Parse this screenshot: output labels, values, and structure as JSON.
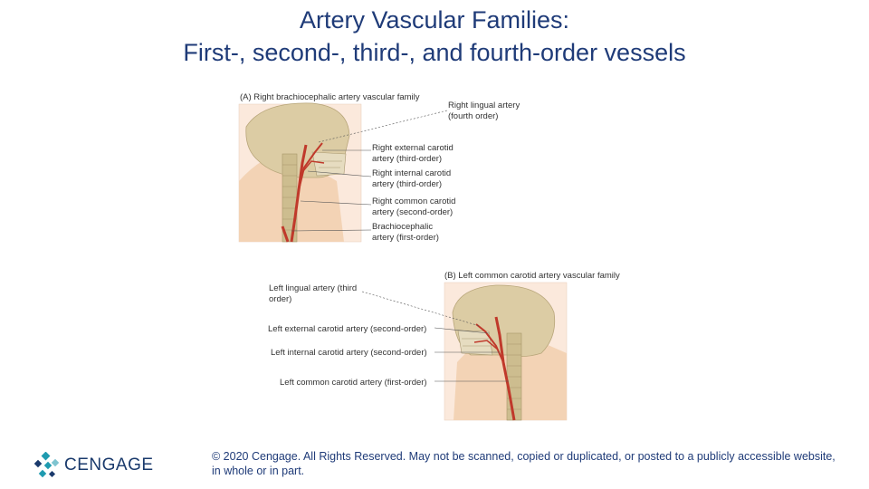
{
  "slide": {
    "title_line1": "Artery Vascular Families:",
    "title_line2": "First-, second-, third-, and fourth-order vessels"
  },
  "figure_a": {
    "caption": "(A) Right brachiocephalic artery vascular family",
    "labels": [
      {
        "line1": "Right lingual artery",
        "line2": "(fourth order)"
      },
      {
        "line1": "Right external carotid",
        "line2": "artery (third-order)"
      },
      {
        "line1": "Right internal carotid",
        "line2": "artery (third-order)"
      },
      {
        "line1": "Right common carotid",
        "line2": "artery (second-order)"
      },
      {
        "line1": "Brachiocephalic",
        "line2": "artery (first-order)"
      }
    ]
  },
  "figure_b": {
    "caption": "(B) Left common carotid artery vascular family",
    "labels": [
      {
        "line1": "Left lingual artery (third",
        "line2": "order)"
      },
      {
        "line1": "Left external carotid artery (second-order)",
        "line2": ""
      },
      {
        "line1": "Left internal carotid artery (second-order)",
        "line2": ""
      },
      {
        "line1": "Left common carotid artery (first-order)",
        "line2": ""
      }
    ]
  },
  "footer": {
    "logo_text": "CENGAGE",
    "copyright": "© 2020 Cengage. All Rights Reserved. May not be scanned, copied or duplicated, or posted to a publicly accessible website, in whole or in part."
  },
  "colors": {
    "title": "#1f3b78",
    "skin": "#f3d3b5",
    "bone": "#d8c9a0",
    "artery": "#c0392b",
    "logo_teal": "#1f9bb0"
  }
}
